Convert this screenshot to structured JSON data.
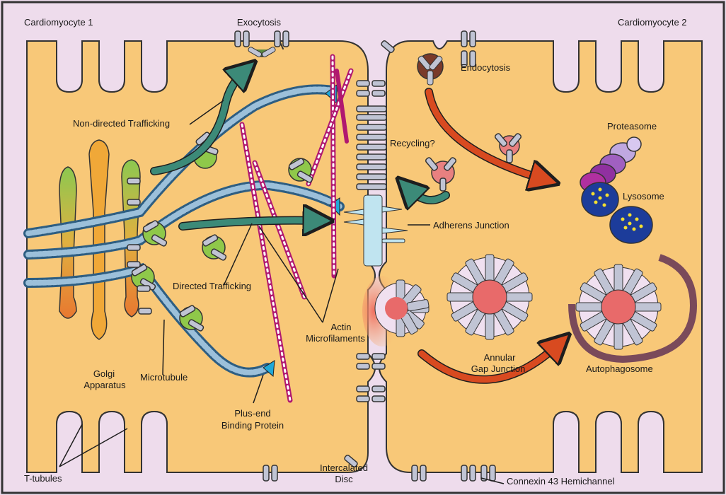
{
  "labels": {
    "cardiomyocyte_1": "Cardiomyocyte 1",
    "cardiomyocyte_2": "Cardiomyocyte 2",
    "exocytosis": "Exocytosis",
    "endocytosis": "Endocytosis",
    "non_directed_trafficking": "Non-directed Trafficking",
    "proteasome": "Proteasome",
    "recycling": "Recycling?",
    "lysosome": "Lysosome",
    "adherens_junction": "Adherens Junction",
    "directed_trafficking": "Directed Trafficking",
    "actin_line1": "Actin",
    "actin_line2": "Microfilaments",
    "annular_line1": "Annular",
    "annular_line2": "Gap Junction",
    "autophagosome": "Autophagosome",
    "golgi_line1": "Golgi",
    "golgi_line2": "Apparatus",
    "microtubule": "Microtubule",
    "plus_end_line1": "Plus-end",
    "plus_end_line2": "Binding Protein",
    "t_tubules": "T-tubules",
    "intercalated_line1": "Intercalated",
    "intercalated_line2": "Disc",
    "connexin": "Connexin 43 Hemichannel"
  },
  "colors": {
    "background": "#eedcec",
    "cell": "#f8c878",
    "cell_outline": "#333333",
    "microtubule": "#4c7ea0",
    "actin": "#b01870",
    "vesicle": "#8fc84a",
    "hemichannel": "#c0c4d4",
    "arrow_teal": "#3c8a78",
    "arrow_red": "#d84a20",
    "lysosome": "#1c3c9a",
    "proteasome": "#9a2aa0",
    "gap_junction_core": "#e86a6a",
    "autophagosome": "#7a4a5a",
    "plus_end_protein": "#20a8d8"
  }
}
